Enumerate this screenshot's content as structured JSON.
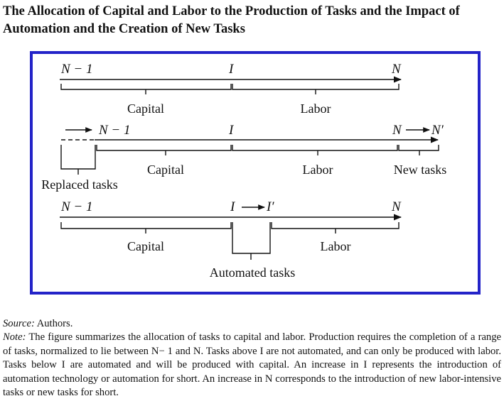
{
  "title": "The Allocation of Capital and Labor to the Production of Tasks and the Impact of Automation and the Creation of New Tasks",
  "diagram": {
    "row1": {
      "left": "N − 1",
      "mid": "I",
      "right": "N",
      "capital": "Capital",
      "labor": "Labor"
    },
    "row2": {
      "left": "N − 1",
      "mid": "I",
      "right_from": "N",
      "right_to": "N′",
      "capital": "Capital",
      "labor": "Labor",
      "new_tasks": "New tasks",
      "replaced": "Replaced tasks"
    },
    "row3": {
      "left": "N − 1",
      "mid_from": "I",
      "mid_to": "I′",
      "right": "N",
      "capital": "Capital",
      "labor": "Labor",
      "automated": "Automated tasks"
    },
    "frame_color": "#2323c8"
  },
  "source": {
    "label": "Source:",
    "text": "Authors."
  },
  "note": {
    "label": "Note:",
    "text": "The figure summarizes the allocation of tasks to capital and labor. Production requires the completion of a range of tasks, normalized to lie between N− 1 and N. Tasks above I are not automated, and can only be produced with labor. Tasks below I are automated and will be produced with capital. An increase in I represents the introduction of automation technology or automation for short. An increase in N corresponds to the introduction of new labor-intensive tasks or new tasks for short."
  }
}
